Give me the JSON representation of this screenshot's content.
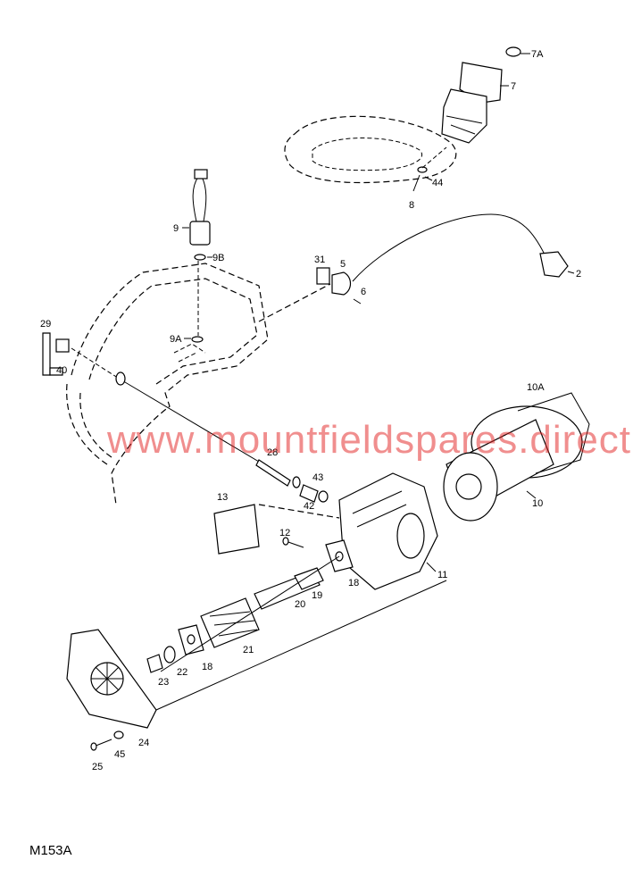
{
  "diagram": {
    "reference_code": "M153A",
    "watermark": "www.mountfieldspares.direct",
    "callouts": {
      "c7A": "7A",
      "c7": "7",
      "c44": "44",
      "c8": "8",
      "c9": "9",
      "c9B": "9B",
      "c9A": "9A",
      "c31": "31",
      "c5": "5",
      "c6": "6",
      "c2": "2",
      "c29": "29",
      "c40": "40",
      "c10A": "10A",
      "c10": "10",
      "c11": "11",
      "c28": "28",
      "c43": "43",
      "c42": "42",
      "c13": "13",
      "c12": "12",
      "c18a": "18",
      "c19": "19",
      "c20": "20",
      "c21": "21",
      "c18b": "18",
      "c22": "22",
      "c23": "23",
      "c24": "24",
      "c25": "25",
      "c45": "45"
    }
  }
}
